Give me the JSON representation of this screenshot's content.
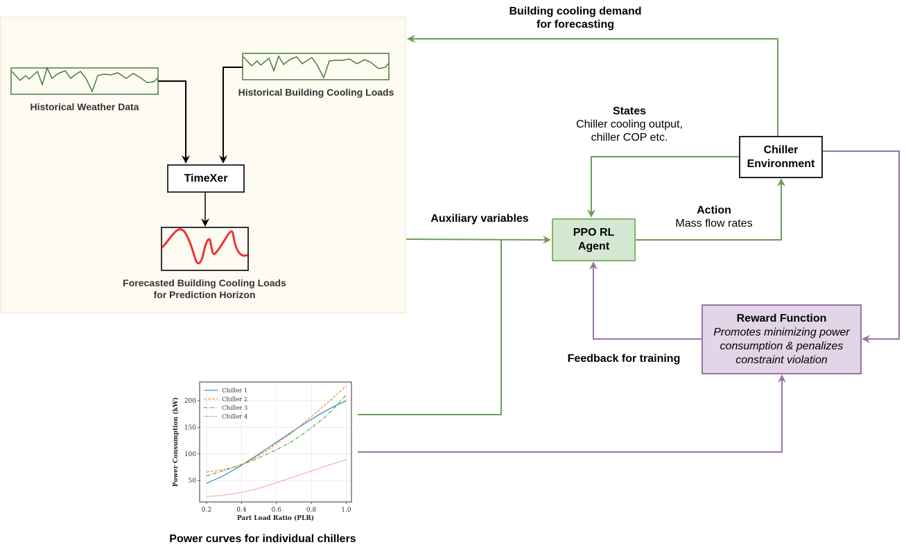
{
  "forecasting_panel": {
    "weather_label": "Historical Weather Data",
    "cooling_loads_label": "Historical Building Cooling Loads",
    "timexer_label": "TimeXer",
    "forecast_label_line1": "Forecasted Building Cooling Loads",
    "forecast_label_line2": "for Prediction Horizon"
  },
  "edges": {
    "demand_label_line1": "Building cooling demand",
    "demand_label_line2": "for forecasting",
    "auxiliary_label": "Auxiliary variables",
    "states_title": "States",
    "states_line1": "Chiller cooling output,",
    "states_line2": "chiller COP etc.",
    "action_title": "Action",
    "action_detail": "Mass flow rates",
    "feedback_label": "Feedback for training"
  },
  "nodes": {
    "agent_line1": "PPO RL",
    "agent_line2": "Agent",
    "environment_line1": "Chiller",
    "environment_line2": "Environment",
    "reward_title": "Reward Function",
    "reward_line1": "Promotes minimizing power",
    "reward_line2": "consumption & penalizes",
    "reward_line3": "constraint violation"
  },
  "power_curves_caption": "Power curves for individual chillers",
  "colors": {
    "green_edge": "#6d9c57",
    "purple_edge": "#9673a6",
    "agent_fill": "#d5e8d4",
    "agent_border": "#82b366",
    "reward_fill": "#e1d5e7",
    "reward_border": "#9673a6",
    "panel_fill": "#fefbf3",
    "sparkline_green": "#4b7a3c",
    "forecast_red": "#f03030"
  },
  "chart_data": {
    "type": "line",
    "title": "",
    "xlabel": "Part Load Ratio (PLR)",
    "ylabel": "Power Consumption (kW)",
    "xlim": [
      0.16,
      1.03
    ],
    "ylim": [
      10,
      235
    ],
    "xticks": [
      "0.2",
      "0.4",
      "0.6",
      "0.8",
      "1.0"
    ],
    "xtick_values": [
      0.2,
      0.4,
      0.6,
      0.8,
      1.0
    ],
    "yticks": [
      "50",
      "100",
      "150",
      "200"
    ],
    "ytick_values": [
      50,
      100,
      150,
      200
    ],
    "grid": true,
    "legend_position": "top-left",
    "x": [
      0.2,
      0.3,
      0.4,
      0.5,
      0.6,
      0.7,
      0.8,
      0.9,
      1.0
    ],
    "series": [
      {
        "name": "Chiller 1",
        "style": "solid",
        "color": "#1f77b4",
        "values": [
          45,
          60,
          79,
          100,
          122,
          144,
          165,
          184,
          200
        ]
      },
      {
        "name": "Chiller 2",
        "style": "dashed",
        "color": "#ff7f0e",
        "values": [
          66,
          71,
          80,
          97,
          119,
          143,
          170,
          198,
          228
        ]
      },
      {
        "name": "Chiller 3",
        "style": "dashdot",
        "color": "#2ca02c",
        "values": [
          59,
          69,
          80,
          93,
          108,
          126,
          149,
          176,
          211
        ]
      },
      {
        "name": "Chiller 4",
        "style": "dotted",
        "color": "#d62728",
        "values": [
          20,
          23,
          28,
          36,
          46,
          57,
          68,
          79,
          89
        ]
      }
    ]
  }
}
